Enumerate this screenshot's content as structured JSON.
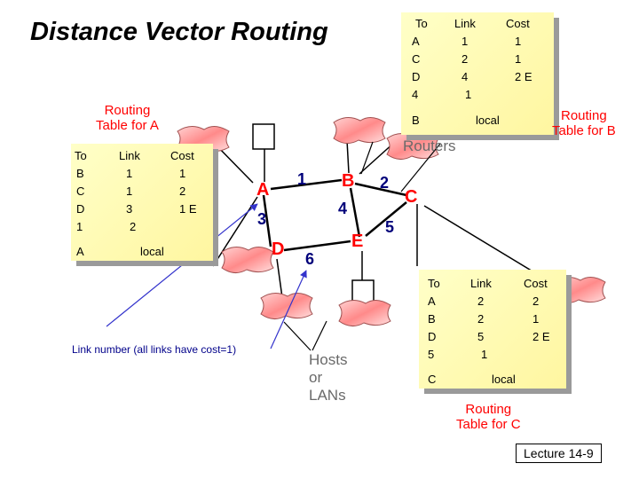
{
  "title": "Distance Vector Routing",
  "labels": {
    "routers": "Routers",
    "hosts": [
      "Hosts",
      "or",
      "LANs"
    ],
    "link_note": "Link number (all links have cost=1)",
    "lecture": "Lecture 14-9"
  },
  "nodes": [
    "A",
    "B",
    "C",
    "D",
    "E"
  ],
  "links": [
    "1",
    "2",
    "3",
    "4",
    "5",
    "6"
  ],
  "table_a": {
    "caption": [
      "Routing",
      "Table for A"
    ],
    "header": [
      "To",
      "Link",
      "Cost"
    ],
    "rows": [
      [
        "B",
        "1",
        "1"
      ],
      [
        "C",
        "1",
        "2"
      ],
      [
        "D",
        "3",
        "1  E"
      ],
      [
        "1",
        "2",
        ""
      ],
      [
        "A",
        "",
        "local"
      ]
    ]
  },
  "table_b": {
    "caption": [
      "Routing",
      "Table for B"
    ],
    "header": [
      "To",
      "Link",
      "Cost"
    ],
    "rows": [
      [
        "A",
        "1",
        "1"
      ],
      [
        "C",
        "2",
        "1"
      ],
      [
        "D",
        "4",
        "2  E"
      ],
      [
        "4",
        "1",
        ""
      ],
      [
        "B",
        "",
        "local"
      ]
    ]
  },
  "table_c": {
    "caption": [
      "Routing",
      "Table for C"
    ],
    "header": [
      "To",
      "Link",
      "Cost"
    ],
    "rows": [
      [
        "A",
        "2",
        "2"
      ],
      [
        "B",
        "2",
        "1"
      ],
      [
        "D",
        "5",
        "2  E"
      ],
      [
        "5",
        "1",
        ""
      ],
      [
        "C",
        "",
        "local"
      ]
    ]
  },
  "colors": {
    "node_label": "#ff0000",
    "link_label": "#00007a",
    "table_fill": "#fff6a0",
    "caption": "#ff0000",
    "arrow": "#3333cc",
    "host_cloud": "#ff8080"
  }
}
